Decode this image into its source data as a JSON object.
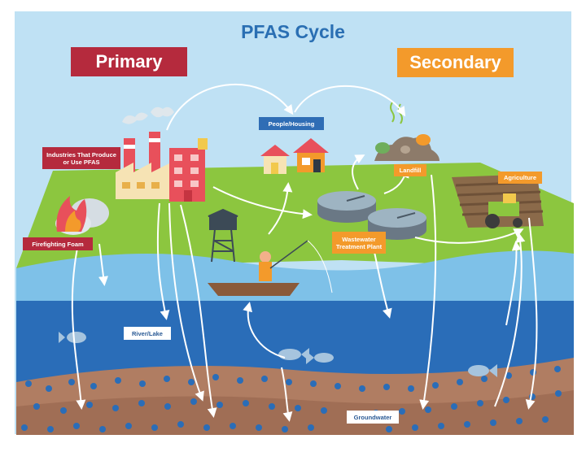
{
  "title": "PFAS Cycle",
  "banners": {
    "primary": "Primary",
    "secondary": "Secondary"
  },
  "labels": {
    "industries": "Industries That Produce or Use PFAS",
    "firefighting": "Firefighting Foam",
    "people_housing": "People/Housing",
    "landfill": "Landfill",
    "agriculture": "Agriculture",
    "wastewater": "Wastewater Treatment Plant",
    "river_lake": "River/Lake",
    "groundwater": "Groundwater"
  },
  "colors": {
    "sky": "#bfe1f4",
    "grass": "#8cc63f",
    "water_light": "#7ec1e8",
    "water_deep": "#2a6db8",
    "soil": "#b07d62",
    "primary": "#b52a3d",
    "secondary": "#f39a2b",
    "label_blue": "#2f6db5"
  }
}
